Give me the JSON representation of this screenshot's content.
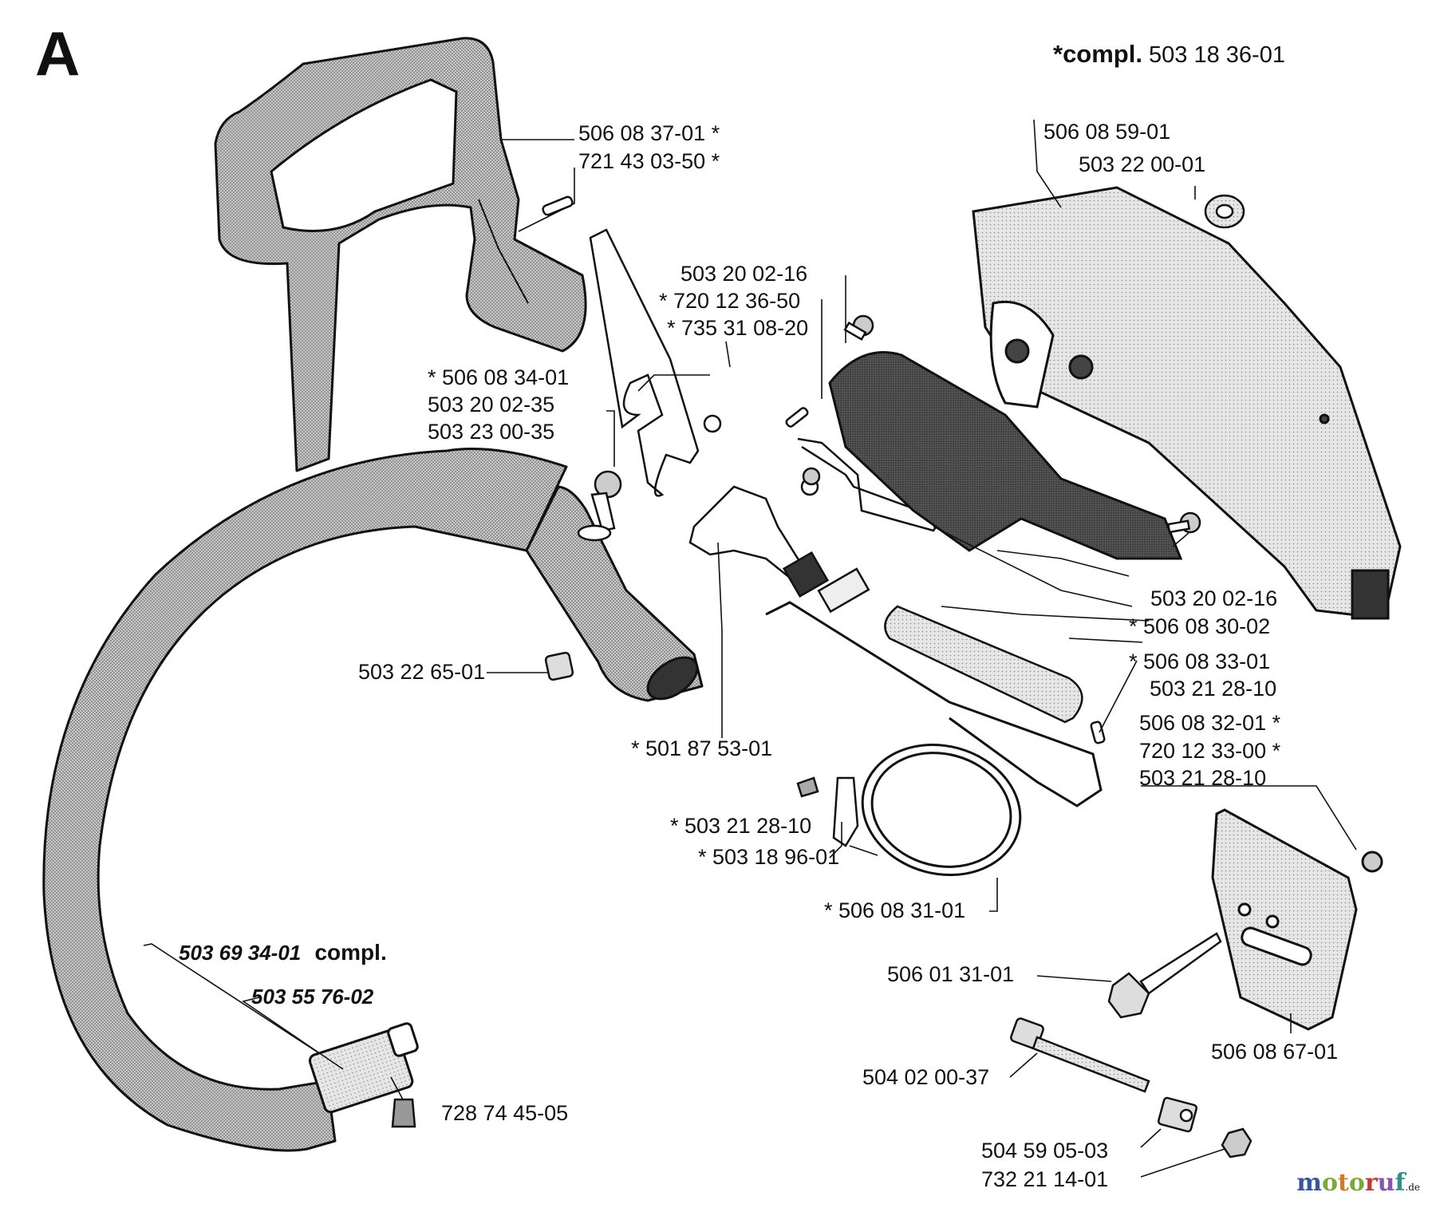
{
  "section": "A",
  "compl_note": {
    "prefix": "*compl.",
    "part": "503 18 36-01"
  },
  "watermark": {
    "brand": "motoruf",
    "tld": ".de",
    "colors": {
      "m": "#3a55a0",
      "o": "#7aa83c",
      "t": "#d4782a",
      "r": "#c23a3a",
      "u": "#8a56a8",
      "f": "#2e8f8f"
    }
  },
  "labels": {
    "l01": "506 08 37-01 *",
    "l02": "721 43 03-50 *",
    "l03": "506 08 59-01",
    "l04": "503 22 00-01",
    "l05": "503 20 02-16",
    "l06": "* 720 12 36-50",
    "l07": "* 735 31 08-20",
    "l08": "* 506 08 34-01",
    "l09": "503 20 02-35",
    "l10": "503 23 00-35",
    "l11": "503 20 02-16",
    "l12": "* 506 08 30-02",
    "l13": "* 506 08 33-01",
    "l14": "503 21 28-10",
    "l15": "506 08 32-01 *",
    "l16": "720 12 33-00 *",
    "l17": "503 21 28-10",
    "l18": "503 22 65-01",
    "l19": "* 501 87 53-01",
    "l20": "* 503 21 28-10",
    "l21": "* 503 18 96-01",
    "l22": "* 506 08 31-01",
    "l23": "506 01 31-01",
    "l24": "506 08 67-01",
    "l25": "504 02 00-37",
    "l26": "504 59 05-03",
    "l27": "732 21 14-01",
    "l28": "728 74 45-05"
  },
  "compl_labels": {
    "c1": {
      "part": "503 69 34-01",
      "suffix": "compl."
    },
    "c2": {
      "part": "503 55 76-02"
    }
  },
  "colors": {
    "ink": "#111111",
    "shade": "#8a8a8a",
    "dark": "#444444",
    "paper": "#ffffff"
  }
}
